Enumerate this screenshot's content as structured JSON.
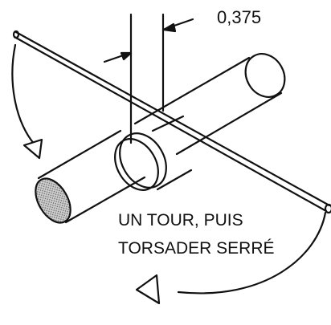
{
  "figure": {
    "dimension_label": "0,375",
    "instruction_line_1": "UN TOUR, PUIS",
    "instruction_line_2": "TORSADER SERRÉ"
  },
  "colors": {
    "line": "#111111",
    "background": "#ffffff",
    "end_face_fill": "#cfcfcf",
    "end_face_stipple": "#555555"
  }
}
